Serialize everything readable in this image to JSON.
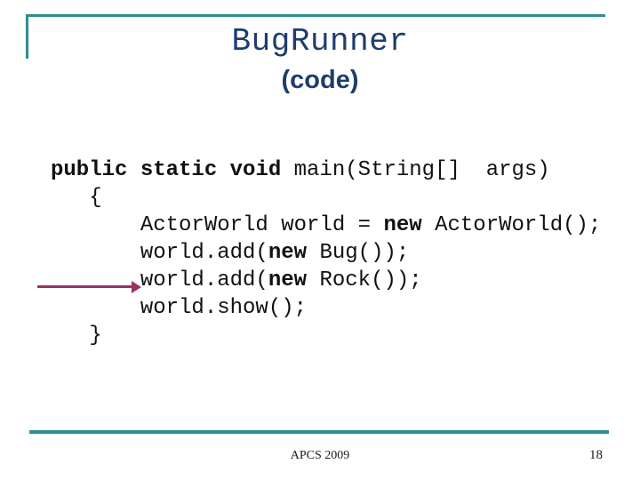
{
  "slide": {
    "title": "BugRunner",
    "subtitle": "(code)",
    "footer": {
      "center": "APCS 2009",
      "page_number": "18"
    }
  },
  "colors": {
    "accent_teal": "#2E8F92",
    "title_navy": "#1F3D6E",
    "arrow_plum": "#993366",
    "code_ink": "#111111",
    "footer_ink": "#1A1A1A",
    "background": "#FFFFFF"
  },
  "code": {
    "lines": [
      {
        "indent": 0,
        "segments": [
          {
            "text": "public static void ",
            "bold": true
          },
          {
            "text": "main(String[]  args)",
            "bold": false
          }
        ]
      },
      {
        "indent": 3,
        "segments": [
          {
            "text": "{",
            "bold": false
          }
        ]
      },
      {
        "indent": 7,
        "segments": [
          {
            "text": "ActorWorld world = ",
            "bold": false
          },
          {
            "text": "new",
            "bold": true
          },
          {
            "text": " ActorWorld();",
            "bold": false
          }
        ]
      },
      {
        "indent": 7,
        "segments": [
          {
            "text": "world.add(",
            "bold": false
          },
          {
            "text": "new",
            "bold": true
          },
          {
            "text": " Bug());",
            "bold": false
          }
        ]
      },
      {
        "indent": 7,
        "segments": [
          {
            "text": "world.add(",
            "bold": false
          },
          {
            "text": "new",
            "bold": true
          },
          {
            "text": " Rock());",
            "bold": false
          }
        ]
      },
      {
        "indent": 7,
        "segments": [
          {
            "text": "world.show();",
            "bold": false
          }
        ]
      },
      {
        "indent": 3,
        "segments": [
          {
            "text": "}",
            "bold": false
          }
        ]
      }
    ]
  }
}
